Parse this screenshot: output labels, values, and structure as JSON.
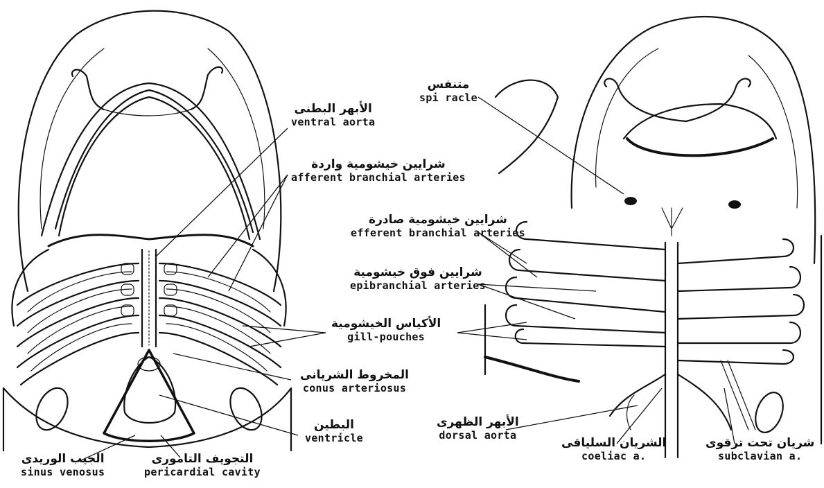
{
  "left_panel": {
    "labels": [
      {
        "id": "ventral-aorta",
        "ar": "الأبهر البطنى",
        "en": "ventral aorta"
      },
      {
        "id": "afferent-branchial-arteries",
        "ar": "شرايين خيشومية واردة",
        "en": "afferent branchial arteries"
      },
      {
        "id": "conus-arteriosus",
        "ar": "المخروط الشريانى",
        "en": "conus arteriosus"
      },
      {
        "id": "ventricle",
        "ar": "البطين",
        "en": "ventricle"
      },
      {
        "id": "pericardial-cavity",
        "ar": "التجويف التامورى",
        "en": "pericardial cavity"
      },
      {
        "id": "sinus-venosus",
        "ar": "الجيب الوريدى",
        "en": "sinus venosus"
      }
    ]
  },
  "center": {
    "labels": [
      {
        "id": "efferent-branchial-arteries",
        "ar": "شرايين خيشومية صادرة",
        "en": "efferent branchial arteries"
      },
      {
        "id": "epibranchial-arteries",
        "ar": "شرايين فوق خيشومية",
        "en": "epibranchial arteries"
      },
      {
        "id": "gill-pouches",
        "ar": "الأكياس الخيشومية",
        "en": "gill-pouches"
      }
    ]
  },
  "right_panel": {
    "labels": [
      {
        "id": "spiracle",
        "ar": "متنفس",
        "en": "spi racle"
      },
      {
        "id": "dorsal-aorta",
        "ar": "الأبهر الظهرى",
        "en": "dorsal aorta"
      },
      {
        "id": "coeliac-artery",
        "ar": "الشريان السلياقى",
        "en": "coeliac a."
      },
      {
        "id": "subclavian-artery",
        "ar": "شريان تحت ترقوى",
        "en": "subclavian a."
      }
    ]
  }
}
